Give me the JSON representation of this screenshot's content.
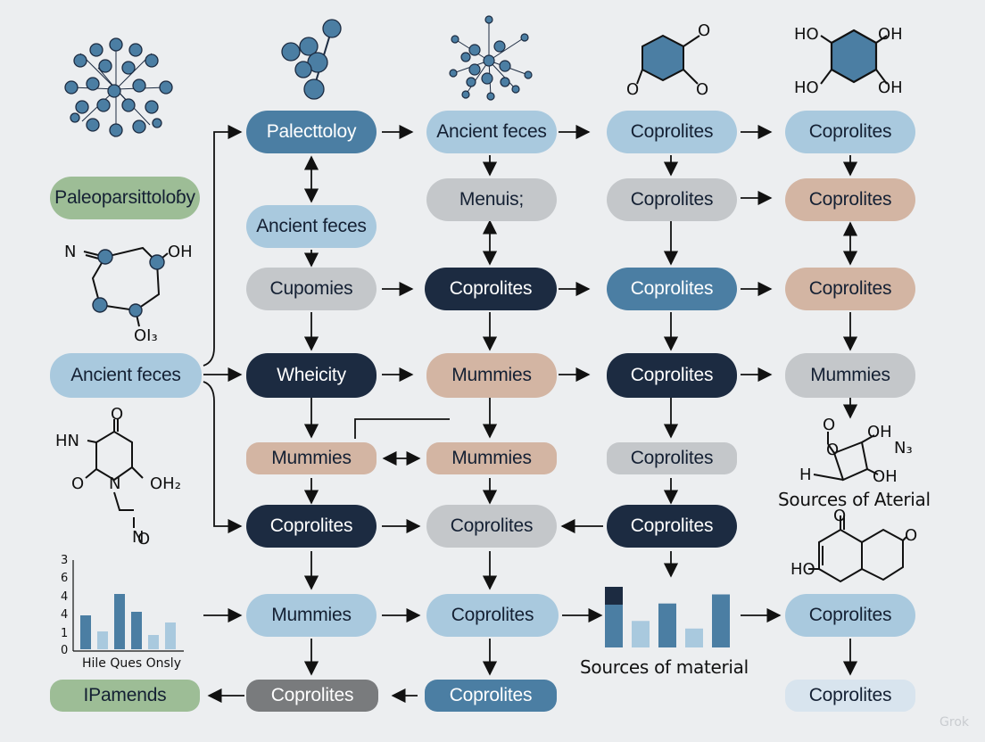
{
  "colors": {
    "light_blue": "#a9c9de",
    "mid_blue": "#4b7ea3",
    "navy": "#1c2b41",
    "gray": "#c4c7ca",
    "dark_gray": "#797b7d",
    "beige": "#d3b5a3",
    "green": "#9dbd96",
    "pale_blue": "#d8e4ee",
    "text_dark": "#142033",
    "text_light": "#ffffff"
  },
  "nodes": {
    "paleoparasitology": "Paleoparsittoloɓy",
    "ancient_feces_left": "Ancient feces",
    "ipamends": "IPamends",
    "c1_r1": "Palecttoloy",
    "c1_r2": "Ancient feces",
    "c1_r3": "Cupomies",
    "c1_r4": "Wheicity",
    "c1_r5": "Mummies",
    "c1_r6": "Coprolites",
    "c1_r7": "Mummies",
    "c1_r8": "Coprolites",
    "c2_r1": "Ancient feces",
    "c2_r2": "Menuis;",
    "c2_r3": "Coprolites",
    "c2_r4": "Mummies",
    "c2_r5": "Mummies",
    "c2_r6": "Coprolites",
    "c2_r7": "Coprolites",
    "c2_r8": "Coprolites",
    "c3_r1": "Coprolites",
    "c3_r2": "Coprolites",
    "c3_r3": "Coprolites",
    "c3_r4": "Coprolites",
    "c3_r5": "Coprolites",
    "c3_r6": "Coprolites",
    "c4_r1": "Coprolites",
    "c4_r2": "Coprolites",
    "c4_r3": "Coprolites",
    "c4_r4": "Mummies",
    "c4_r7": "Coprolites",
    "c4_r8": "Coprolites"
  },
  "captions": {
    "sources_of_material": "Sources of material",
    "sources_of_aterial": "Sources of Aterial",
    "mini_chart_caption": "Hile Ques Onsly"
  },
  "chem_labels": {
    "top_ho_left": "HO",
    "top_oh_right": "OH",
    "bottom_ho_left": "HO",
    "bottom_oh_right": "OH",
    "ketone_o_top": "O",
    "ketone_o_left": "O",
    "ketone_o_right": "O",
    "ring_n": "N",
    "ring_oh": "OH",
    "ring_oi3": "OI₃",
    "pyr_hn": "HN",
    "pyr_o_top": "O",
    "pyr_o_left": "O",
    "pyr_n": "N",
    "pyr_oh2": "OH₂",
    "pyr_no": "N",
    "pyr_no_o": "O",
    "furan_o_top": "O",
    "furan_o_ring": "O",
    "furan_oh": "OH",
    "furan_n3": "N₃",
    "furan_h": "H",
    "furan_oh_bottom": "OH",
    "naph_o_top": "O",
    "naph_o_right": "O",
    "naph_ho": "HO"
  },
  "chart_data": [
    {
      "type": "bar",
      "title": "",
      "caption": "Hile Ques Onsly",
      "y_ticks": [
        "0",
        "1",
        "4",
        "4",
        "6",
        "3"
      ],
      "values": [
        3.8,
        2.0,
        6.2,
        4.2,
        1.6,
        3.0
      ],
      "colors": [
        "#4b7ea3",
        "#a9c9de",
        "#4b7ea3",
        "#4b7ea3",
        "#a9c9de",
        "#a9c9de"
      ],
      "ylim": [
        0,
        8
      ]
    },
    {
      "type": "bar",
      "title": "",
      "caption": "Sources of material",
      "values": [
        8,
        3.5,
        5.8,
        2.5,
        7.0
      ],
      "top_cap": [
        true,
        false,
        false,
        false,
        false
      ],
      "colors": [
        "#4b7ea3",
        "#a9c9de",
        "#4b7ea3",
        "#a9c9de",
        "#4b7ea3"
      ],
      "ylim": [
        0,
        8
      ]
    }
  ],
  "watermark": "Grok"
}
